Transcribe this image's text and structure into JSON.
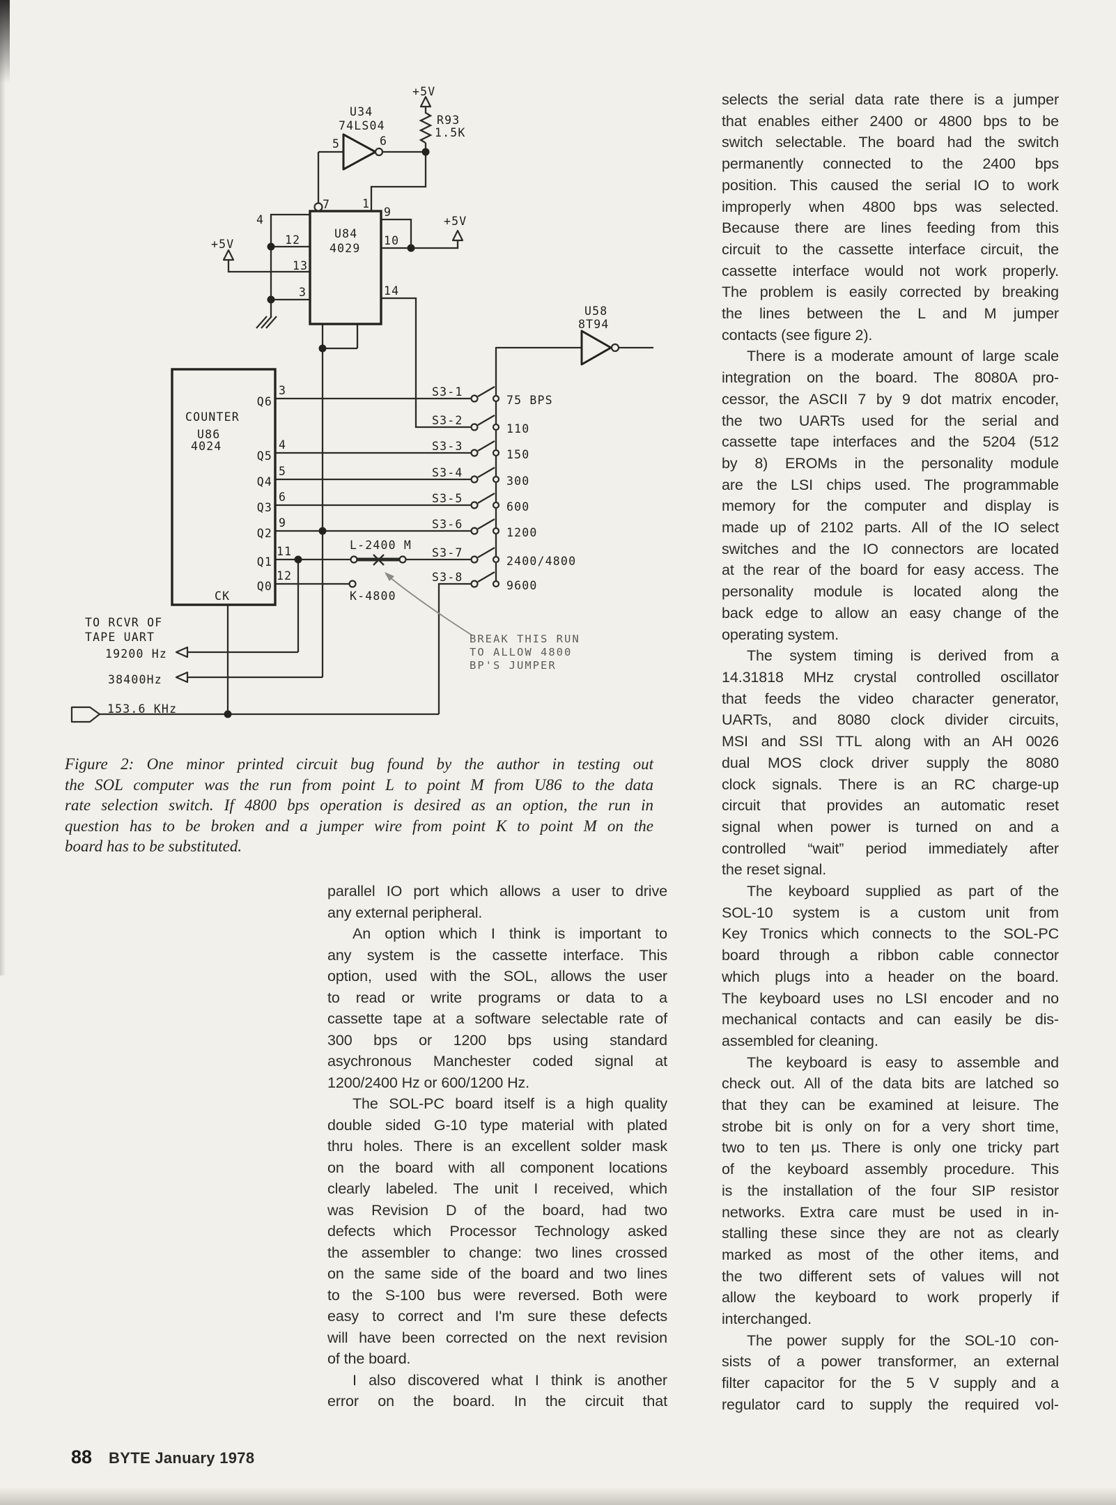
{
  "page": {
    "footer_page": "88",
    "footer_title": "BYTE January 1978"
  },
  "caption": {
    "lines": [
      {
        "t": "Figure 2: One minor printed circuit bug found by the author in testing out"
      },
      {
        "t": "the SOL computer was the run from point L to point M from U86 to the data"
      },
      {
        "t": "rate selection switch. If 4800 bps operation is desired as an option, the run in"
      },
      {
        "t": "question has to be broken and a jumper wire from point K to point M on the"
      },
      {
        "t": "board has to be substituted.",
        "end": 1
      }
    ]
  },
  "columns": {
    "middle": [
      {
        "t": "parallel IO port which allows a user to drive"
      },
      {
        "t": "any external peripheral.",
        "end": 1
      },
      {
        "t": "An option which I think is important to",
        "ind": 1
      },
      {
        "t": "any system is the cassette interface. This"
      },
      {
        "t": "option, used with the SOL, allows the user"
      },
      {
        "t": "to read or write programs or data to a"
      },
      {
        "t": "cassette tape at a software selectable rate of"
      },
      {
        "t": "300 bps or 1200 bps using standard"
      },
      {
        "t": "asychronous Manchester coded signal at"
      },
      {
        "t": "1200/2400 Hz or 600/1200 Hz.",
        "end": 1
      },
      {
        "t": "The SOL-PC board itself is a high quality",
        "ind": 1
      },
      {
        "t": "double sided G-10 type material with plated"
      },
      {
        "t": "thru holes. There is an excellent solder mask"
      },
      {
        "t": "on the board with all component locations"
      },
      {
        "t": "clearly labeled. The unit I received, which"
      },
      {
        "t": "was Revision D of the board, had two"
      },
      {
        "t": "defects which Processor Technology asked"
      },
      {
        "t": "the assembler to change: two lines crossed"
      },
      {
        "t": "on the same side of the board and two lines"
      },
      {
        "t": "to the S-100 bus were reversed. Both were"
      },
      {
        "t": "easy to correct and I'm sure these defects"
      },
      {
        "t": "will have been corrected on the next revision"
      },
      {
        "t": "of the board.",
        "end": 1
      },
      {
        "t": "I also discovered what I think is another",
        "ind": 1
      },
      {
        "t": "error on the board. In the circuit that"
      }
    ],
    "right": [
      {
        "t": "selects the serial data rate there is a jumper"
      },
      {
        "t": "that enables either 2400 or 4800 bps to be"
      },
      {
        "t": "switch selectable. The board had the switch"
      },
      {
        "t": "permanently connected to the 2400 bps"
      },
      {
        "t": "position. This caused the serial IO to work"
      },
      {
        "t": "improperly when 4800 bps was selected."
      },
      {
        "t": "Because there are lines feeding from this"
      },
      {
        "t": "circuit to the cassette interface circuit, the"
      },
      {
        "t": "cassette interface would not work properly."
      },
      {
        "t": "The problem is easily corrected by breaking"
      },
      {
        "t": "the lines between the L and M jumper"
      },
      {
        "t": "contacts (see figure 2).",
        "end": 1
      },
      {
        "t": "There is a moderate amount of large scale",
        "ind": 1
      },
      {
        "t": "integration on the board. The 8080A pro-"
      },
      {
        "t": "cessor, the ASCII 7 by 9 dot matrix encoder,"
      },
      {
        "t": "the two UARTs used for the serial and"
      },
      {
        "t": "cassette tape interfaces and the 5204 (512"
      },
      {
        "t": "by 8) EROMs in the personality module"
      },
      {
        "t": "are the LSI chips used. The programmable"
      },
      {
        "t": "memory for the computer and display is"
      },
      {
        "t": "made up of 2102 parts. All of the IO select"
      },
      {
        "t": "switches and the IO connectors are located"
      },
      {
        "t": "at the rear of the board for easy access. The"
      },
      {
        "t": "personality module is located along the"
      },
      {
        "t": "back edge to allow an easy change of the"
      },
      {
        "t": "operating system.",
        "end": 1
      },
      {
        "t": "The system timing is derived from a",
        "ind": 1
      },
      {
        "t": "14.31818 MHz crystal controlled oscillator"
      },
      {
        "t": "that feeds the video character generator,"
      },
      {
        "t": "UARTs, and 8080 clock divider circuits,"
      },
      {
        "t": "MSI and SSI TTL along with an AH 0026"
      },
      {
        "t": "dual MOS clock driver supply the 8080"
      },
      {
        "t": "clock signals. There is an RC charge-up"
      },
      {
        "t": "circuit that provides an automatic reset"
      },
      {
        "t": "signal when power is turned on and a"
      },
      {
        "t": "controlled “wait” period immediately after"
      },
      {
        "t": "the reset signal.",
        "end": 1
      },
      {
        "t": "The keyboard supplied as part of the",
        "ind": 1
      },
      {
        "t": "SOL-10 system is a custom unit from"
      },
      {
        "t": "Key Tronics which connects to the SOL-PC"
      },
      {
        "t": "board through a ribbon cable connector"
      },
      {
        "t": "which plugs into a header on the board."
      },
      {
        "t": "The keyboard uses no LSI encoder and no"
      },
      {
        "t": "mechanical contacts and can easily be dis-"
      },
      {
        "t": "assembled for cleaning.",
        "end": 1
      },
      {
        "t": "The keyboard is easy to assemble and",
        "ind": 1
      },
      {
        "t": "check out. All of the data bits are latched so"
      },
      {
        "t": "that they can be examined at leisure. The"
      },
      {
        "t": "strobe bit is only on for a very short time,"
      },
      {
        "t": "two to ten µs. There is only one tricky part"
      },
      {
        "t": "of the keyboard assembly procedure. This"
      },
      {
        "t": "is the installation of the four SIP resistor"
      },
      {
        "t": "networks. Extra care must be used in in-"
      },
      {
        "t": "stalling these since they are not as clearly"
      },
      {
        "t": "marked as most of the other items, and"
      },
      {
        "t": "the two different sets of values will not"
      },
      {
        "t": "allow the keyboard to work properly if"
      },
      {
        "t": "interchanged.",
        "end": 1
      },
      {
        "t": "The power supply for the SOL-10 con-",
        "ind": 1
      },
      {
        "t": "sists of a power transformer, an external"
      },
      {
        "t": "filter capacitor for the 5 V supply and a"
      },
      {
        "t": "regulator card to supply the required vol-"
      }
    ]
  },
  "circuit": {
    "supply_r93": "+5V",
    "supply_p13": "+5V",
    "supply_p10": "+5V",
    "u34_ref": "U34",
    "u34_part": "74LS04",
    "pin5": "5",
    "pin6": "6",
    "pin7": "7",
    "pin1": "1",
    "r93_ref": "R93",
    "r93_val": "1.5K",
    "u84_ref": "U84",
    "u84_part": "4029",
    "p4": "4",
    "p12": "12",
    "p13": "13",
    "p3": "3",
    "p9": "9",
    "p10": "10",
    "p14": "14",
    "u58_ref": "U58",
    "u58_part": "8T94",
    "counter_label": "COUNTER",
    "u86_ref": "U86",
    "u86_part": "4024",
    "ck": "CK",
    "outputs": [
      {
        "q": "Q6",
        "pin": "3"
      },
      {
        "q": "Q5",
        "pin": "4"
      },
      {
        "q": "Q4",
        "pin": "5"
      },
      {
        "q": "Q3",
        "pin": "6"
      },
      {
        "q": "Q2",
        "pin": "9"
      },
      {
        "q": "Q1",
        "pin": "11"
      },
      {
        "q": "Q0",
        "pin": "12"
      }
    ],
    "switches": [
      {
        "label": "S3-1",
        "rate": "75 BPS"
      },
      {
        "label": "S3-2",
        "rate": "110"
      },
      {
        "label": "S3-3",
        "rate": "150"
      },
      {
        "label": "S3-4",
        "rate": "300"
      },
      {
        "label": "S3-5",
        "rate": "600"
      },
      {
        "label": "S3-6",
        "rate": "1200"
      },
      {
        "label": "S3-7",
        "rate": "2400/4800"
      },
      {
        "label": "S3-8",
        "rate": "9600"
      }
    ],
    "jumper_l": "L-2400 M",
    "jumper_k": "K-4800",
    "note1": "BREAK THIS RUN",
    "note2": "TO ALLOW 4800",
    "note3": "BP'S JUMPER",
    "to_rcvr1": "TO RCVR OF",
    "to_rcvr2": "TAPE UART",
    "freq1": "19200 Hz",
    "freq2": "38400Hz",
    "freq3": "153.6 KHz"
  }
}
